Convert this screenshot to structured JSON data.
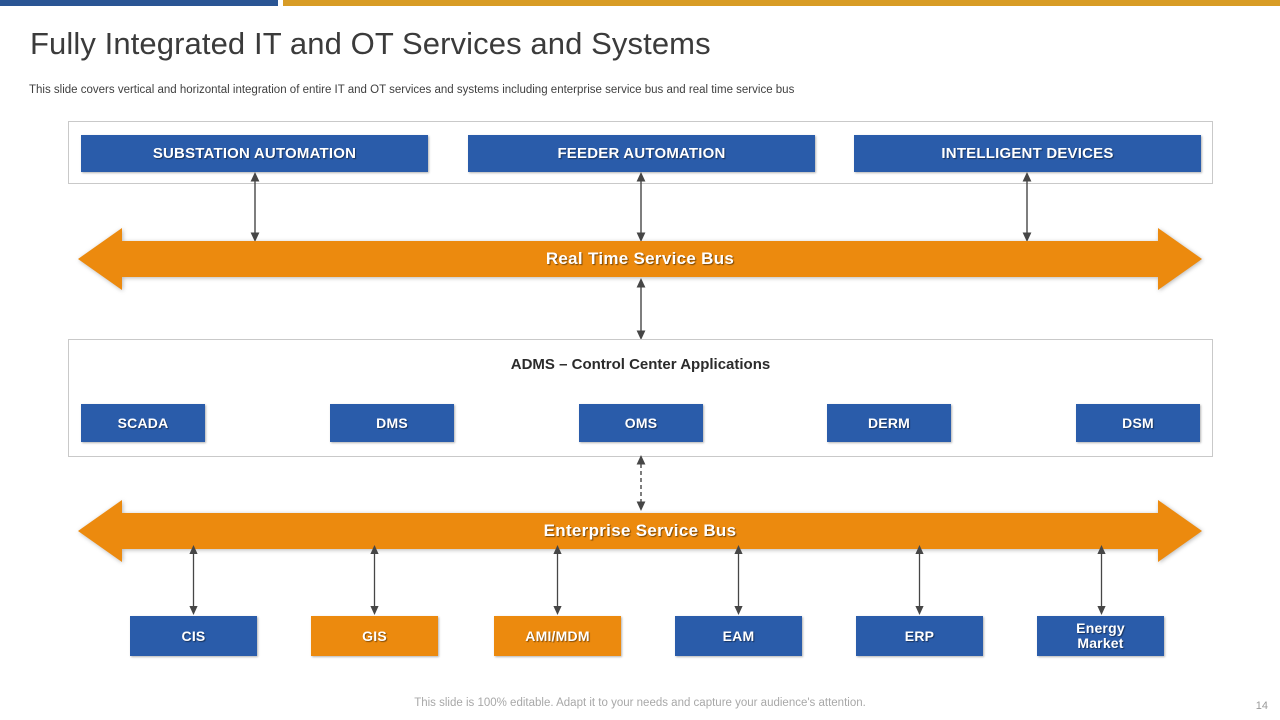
{
  "theme": {
    "accent_blue": "#2a5594",
    "accent_gold": "#d89c26",
    "box_blue": "#2a5caa",
    "box_orange": "#ec8a0e",
    "panel_border": "#c9c9c9"
  },
  "header": {
    "title": "Fully Integrated IT and OT Services and Systems",
    "subtitle": "This slide covers vertical and horizontal integration of entire IT and OT services and systems including enterprise service bus and real time service bus"
  },
  "field_layer": {
    "boxes": [
      {
        "label": "SUBSTATION AUTOMATION",
        "color": "blue"
      },
      {
        "label": "FEEDER AUTOMATION",
        "color": "blue"
      },
      {
        "label": "INTELLIGENT DEVICES",
        "color": "blue"
      }
    ]
  },
  "real_time_bus": {
    "label": "Real Time Service Bus",
    "color": "orange",
    "direction": "bidirectional"
  },
  "adms": {
    "caption": "ADMS – Control Center Applications",
    "boxes": [
      {
        "label": "SCADA",
        "color": "blue"
      },
      {
        "label": "DMS",
        "color": "blue"
      },
      {
        "label": "OMS",
        "color": "blue"
      },
      {
        "label": "DERM",
        "color": "blue"
      },
      {
        "label": "DSM",
        "color": "blue"
      }
    ]
  },
  "enterprise_bus": {
    "label": "Enterprise Service Bus",
    "color": "orange",
    "direction": "bidirectional"
  },
  "it_layer": {
    "boxes": [
      {
        "label": "CIS",
        "color": "blue"
      },
      {
        "label": "GIS",
        "color": "orange"
      },
      {
        "label": "AMI/MDM",
        "color": "orange"
      },
      {
        "label": "EAM",
        "color": "blue"
      },
      {
        "label": "ERP",
        "color": "blue"
      },
      {
        "label": "Energy Market",
        "line1": "Energy",
        "line2": "Market",
        "color": "blue"
      }
    ]
  },
  "connectors": {
    "field_to_rtbus": "solid-double",
    "rtbus_to_adms": "solid-double",
    "adms_to_esb": "dashed-double",
    "esb_to_it": "solid-double"
  },
  "footer": {
    "note": "This slide is 100% editable. Adapt it to your needs and capture your audience's attention.",
    "page_number": "14"
  }
}
